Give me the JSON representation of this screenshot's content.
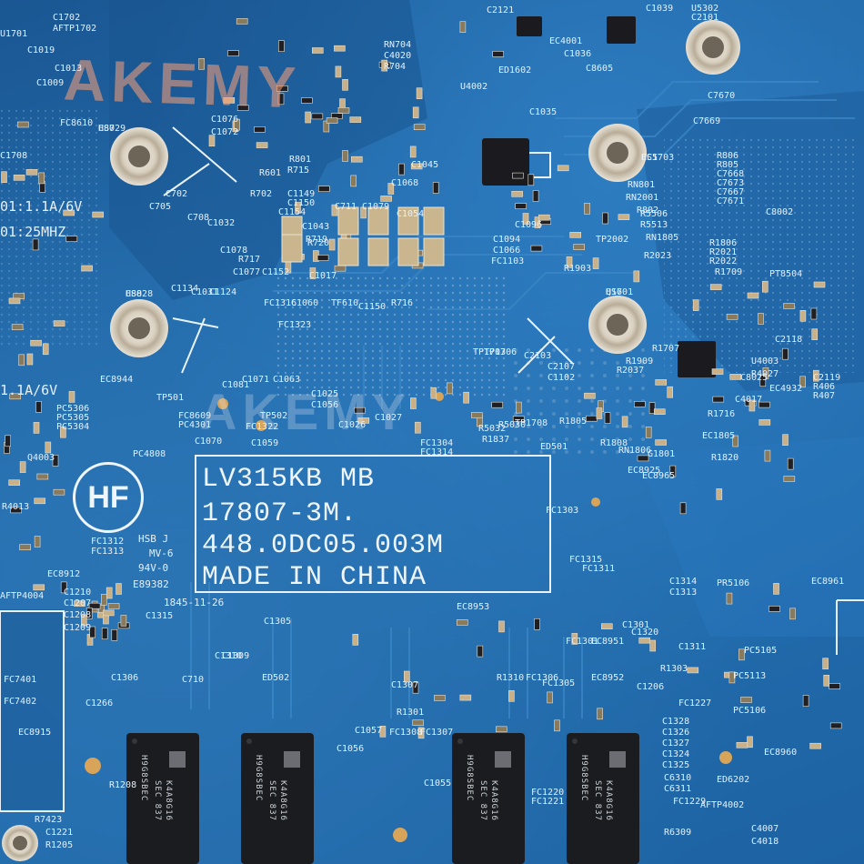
{
  "watermark": {
    "brand": "AKEMY"
  },
  "board": {
    "model_line": "LV315KB MB",
    "part_line": "17807-3M.",
    "number_line": "448.0DC05.003M",
    "origin_line": "MADE IN CHINA",
    "hf_mark": "HF",
    "cert_lines": [
      "HSB J",
      "MV-6",
      "94V-0",
      "E89382"
    ],
    "date_code": "1845-11-26"
  },
  "specs": {
    "top_rating": "01:1.1A/6V",
    "top_freq": "01:25MHZ",
    "mid_rating": "1.1A/6V"
  },
  "ram": {
    "chip_text_1": "H9G8SBEC",
    "chip_text_2": "SEC 837",
    "chip_text_3": "K4A8G16"
  },
  "refs": [
    "HS7",
    "HS8",
    "HS5",
    "HS6",
    "C1076",
    "C1072",
    "R801",
    "R715",
    "R601",
    "R702",
    "C1045",
    "C1068",
    "RN801",
    "RN2001",
    "R802",
    "C8002",
    "R1903",
    "TP2002",
    "PT8504",
    "R1709",
    "R1707",
    "R2037",
    "R1909",
    "EC8944",
    "TP501",
    "TP502",
    "C1059",
    "C1025",
    "C1056",
    "C1026",
    "C1027",
    "FC1304",
    "FC1314",
    "ED501",
    "R1805",
    "G1801",
    "EC1805",
    "R1820",
    "FC1303",
    "FC1315",
    "FC1311",
    "C1314",
    "C1313",
    "PR5106",
    "EC8961",
    "PC5105",
    "PC5113",
    "PC5106",
    "EC8960",
    "C1311",
    "R1303",
    "FC1227",
    "C1301",
    "C1320",
    "EC8953",
    "R1301",
    "C1307",
    "R1310",
    "FC1306",
    "FC1305",
    "FC1301",
    "C1206",
    "EC8952",
    "EC8951",
    "FC1312",
    "FC1313",
    "EC8912",
    "AFTP4004",
    "C1210",
    "C1207",
    "C1208",
    "C1209",
    "FC7401",
    "FC7402",
    "EC8915",
    "C1315",
    "C1305",
    "C1310",
    "C1309",
    "C710",
    "ED502",
    "C1306",
    "C1266",
    "R1208",
    "R7423",
    "C1221",
    "R1205",
    "C1056",
    "C1057",
    "FC1308",
    "FC1307",
    "C1055",
    "FC1220",
    "FC1221",
    "C6310",
    "C6311",
    "FC1229",
    "R6309",
    "C4007",
    "C4018",
    "ED6202",
    "AFTP4002",
    "C1326",
    "C1327",
    "C1324",
    "C1325",
    "C1328",
    "R4013",
    "PC5306",
    "PC5305",
    "PC5304",
    "Q4003",
    "U4003",
    "R4027",
    "EC4932",
    "R1716",
    "EC8925",
    "EC8965",
    "RN1806",
    "R1808",
    "R1806",
    "R2021",
    "R2022",
    "R2023",
    "RN1805",
    "R5513",
    "R5506",
    "R806",
    "R805",
    "C7668",
    "C7673",
    "C7667",
    "C7671",
    "C7669",
    "C7670",
    "C8605",
    "C1039",
    "U5302",
    "C2101",
    "C2121",
    "C1035",
    "C1036",
    "EC4001",
    "ED1602",
    "U4002",
    "C4020",
    "R704",
    "RN704",
    "C1019",
    "C1009",
    "C1013",
    "U1701",
    "C1702",
    "AFTP1702",
    "C1708",
    "FC8610",
    "FC8609",
    "PC4301",
    "PC4808",
    "FC1322",
    "FC1323",
    "FC1316",
    "C1060",
    "TF610",
    "C1150",
    "R716",
    "R720",
    "C1017",
    "C1152",
    "C1077",
    "R717",
    "C1078",
    "C702",
    "C705",
    "C708",
    "C1032",
    "C1031",
    "C1124",
    "C1134",
    "C1149",
    "C1150",
    "C1154",
    "C1070",
    "C1071",
    "C1063",
    "C1081",
    "C711",
    "C1079",
    "C1043",
    "R719",
    "C1054",
    "C1096",
    "C1094",
    "C1066",
    "FC1103",
    "C2103",
    "C2107",
    "C1102",
    "TP1703",
    "TP1706",
    "TP1708",
    "R5030",
    "R5032",
    "R1837",
    "C2118",
    "C2119",
    "R406",
    "R407",
    "C4017",
    "C8025",
    "C8029",
    "C8028",
    "EC1703",
    "Q1701"
  ]
}
